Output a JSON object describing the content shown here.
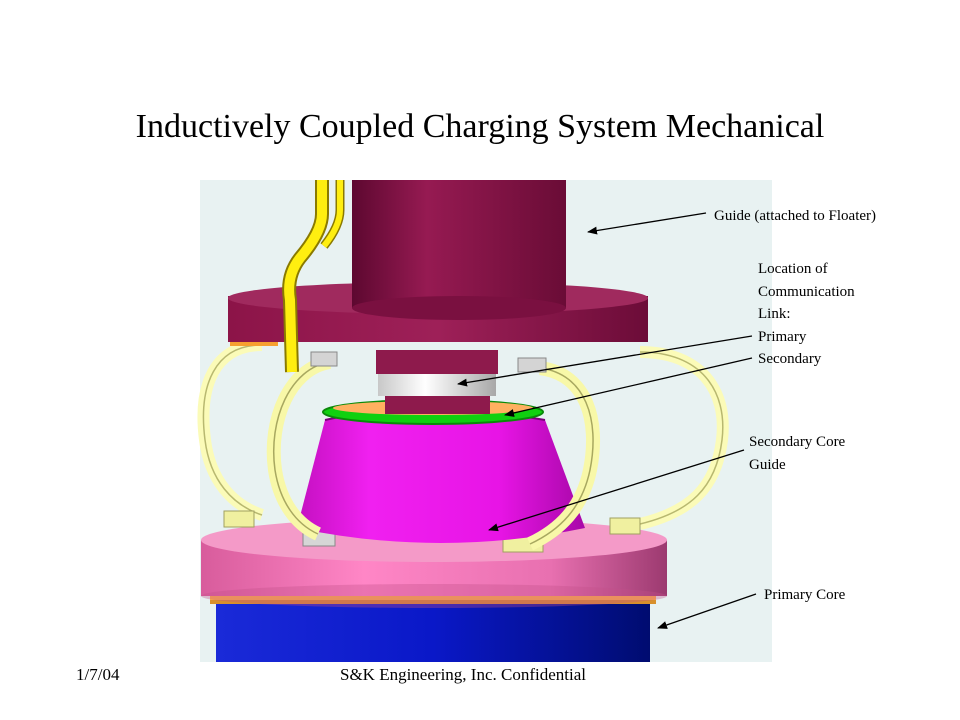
{
  "slide": {
    "title": "Inductively Coupled Charging System Mechanical"
  },
  "callouts": {
    "guide": "Guide (attached to Floater)",
    "location_lines": [
      "Location of",
      "Communication",
      "Link:",
      "Primary",
      "Secondary"
    ],
    "secondary_core_lines": [
      "Secondary Core",
      "Guide"
    ],
    "primary_core": "Primary Core"
  },
  "footer": {
    "date": "1/7/04",
    "confidential": "S&K Engineering, Inc. Confidential"
  }
}
